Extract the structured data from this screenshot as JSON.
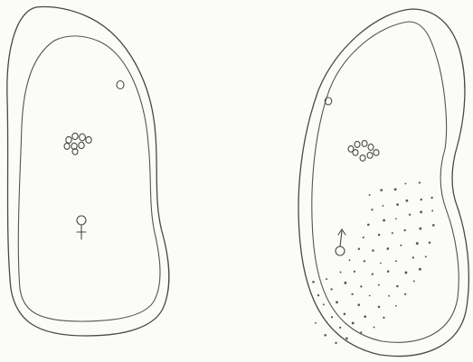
{
  "figure": {
    "panels": [
      {
        "name": "left-specimen",
        "symbol": "female",
        "shown": true
      },
      {
        "name": "right-specimen",
        "symbol": "male",
        "shown": true
      }
    ],
    "colors": {
      "ink": "#4a4a44",
      "paper": "#fbfbf8"
    }
  }
}
